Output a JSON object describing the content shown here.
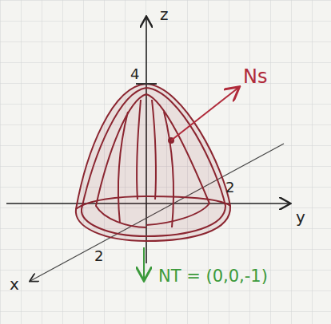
{
  "diagram": {
    "labels": [
      "z",
      "4",
      "Ns",
      "2",
      "y",
      "x",
      "2",
      "NT = (0,0,-1)"
    ]
  }
}
